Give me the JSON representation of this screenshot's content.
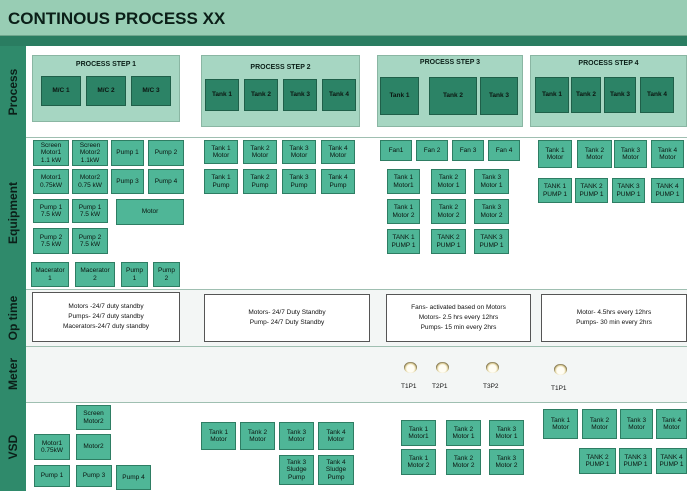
{
  "title": "CONTINOUS PROCESS XX",
  "lanes": [
    "Process",
    "Equipment",
    "Op time",
    "Meter",
    "VSD"
  ],
  "process": {
    "step1": {
      "title": "PROCESS STEP 1",
      "items": [
        "M/C 1",
        "M/C 2",
        "M/C 3"
      ]
    },
    "step2": {
      "title": "PROCESS STEP 2",
      "items": [
        "Tank 1",
        "Tank 2",
        "Tank 3",
        "Tank 4"
      ]
    },
    "step3": {
      "title": "PROCESS STEP 3",
      "items": [
        "Tank 1",
        "Tank 2",
        "Tank 3"
      ]
    },
    "step4": {
      "title": "PROCESS STEP 4",
      "items": [
        "Tank 1",
        "Tank 2",
        "Tank 3",
        "Tank 4"
      ]
    }
  },
  "equipment": {
    "g1": [
      "Screen\nMotor1\n1.1 kW",
      "Screen\nMotor2\n1.1kW",
      "Pump 1",
      "Pump 2",
      "Motor1\n0.75kW",
      "Motor2\n0.75 kW",
      "Pump 3",
      "Pump 4",
      "Pump 1\n7.5 kW",
      "Pump 1\n7.5 kW",
      "Motor",
      "Pump 2\n7.5 kW",
      "Pump 2\n7.5 kW",
      "Macerator\n1",
      "Macerator\n2",
      "Pump\n1",
      "Pump\n2"
    ],
    "g2": [
      "Tank 1\nMotor",
      "Tank 2\nMotor",
      "Tank 3\nMotor",
      "Tank 4\nMotor",
      "Tank 1\nPump",
      "Tank 2\nPump",
      "Tank 3\nPump",
      "Tank 4\nPump"
    ],
    "g3": [
      "Fan1",
      "Fan 2",
      "Fan 3",
      "Fan 4",
      "Tank 1\nMotor1",
      "Tank 2\nMotor 1",
      "Tank 3\nMotor 1",
      "Tank 1\nMotor 2",
      "Tank 2\nMotor 2",
      "Tank 3\nMotor 2",
      "TANK 1\nPUMP 1",
      "TANK 2\nPUMP 1",
      "TANK 3\nPUMP 1"
    ],
    "g4": [
      "Tank 1\nMotor",
      "Tank 2\nMotor",
      "Tank 3\nMotor",
      "Tank 4\nMotor",
      "TANK 1\nPUMP 1",
      "TANK 2\nPUMP 1",
      "TANK 3\nPUMP 1",
      "TANK 4\nPUMP 1"
    ]
  },
  "optime": {
    "n1": [
      "Motors -24/7 duty standby",
      "Pumps- 24/7  duty standby",
      "Macerators-24/7  duty standby"
    ],
    "n2": [
      "Motors- 24/7 Duty Standby",
      "Pump- 24/7 Duty Standby"
    ],
    "n3": [
      "Fans- activated based on Motors",
      "Motors- 2.5 hrs every 12hrs",
      "Pumps- 15 min every 2hrs"
    ],
    "n4": [
      "Motor- 4.5hrs every 12hrs",
      "Pumps- 30 min every 2hrs"
    ]
  },
  "meters": [
    "T1P1",
    "T2P1",
    "T3P2",
    "T1P1"
  ],
  "vsd": {
    "g1": [
      "Screen\nMotor2",
      "Motor1\n0.75kW",
      "Motor2",
      "Pump 1",
      "Pump 3",
      "Pump 4"
    ],
    "g2": [
      "Tank 1\nMotor",
      "Tank 2\nMotor",
      "Tank 3\nMotor",
      "Tank 4\nMotor",
      "Tank 3\nSludge\nPump",
      "Tank 4\nSludge\nPump"
    ],
    "g3": [
      "Tank 1\nMotor1",
      "Tank 2\nMotor 1",
      "Tank 3\nMotor 1",
      "Tank 1\nMotor 2",
      "Tank 2\nMotor 2",
      "Tank 3\nMotor 2"
    ],
    "g4": [
      "Tank 1\nMotor",
      "Tank 2\nMotor",
      "Tank 3\nMotor",
      "Tank 4\nMotor",
      "TANK 2\nPUMP 1",
      "TANK 3\nPUMP 1",
      "TANK 4\nPUMP 1"
    ]
  }
}
